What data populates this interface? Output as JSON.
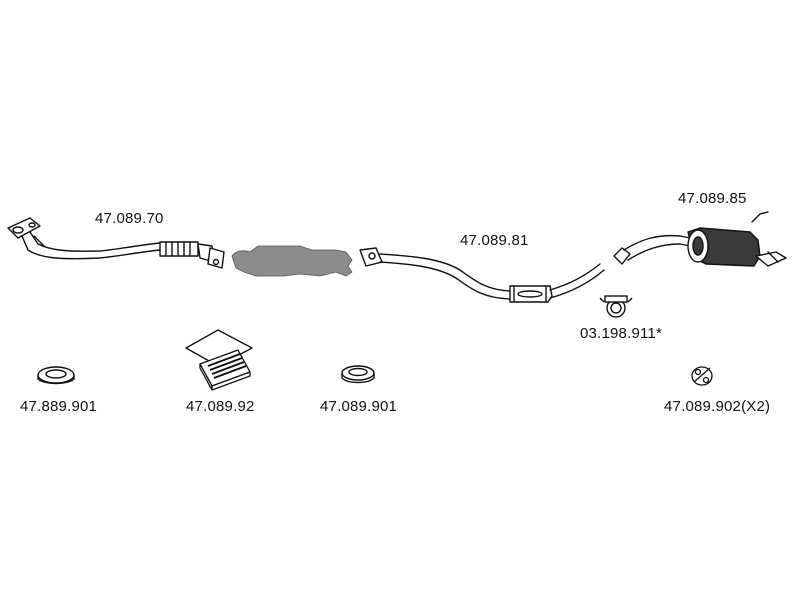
{
  "parts": {
    "front_pipe": {
      "part_no": "47.089.70",
      "icon": "front-exhaust-pipe"
    },
    "catalyst": {
      "icon": "catalytic-converter-silhouette"
    },
    "centre_pipe": {
      "part_no": "47.089.81",
      "icon": "centre-pipe-with-silencer"
    },
    "rear_silencer": {
      "part_no": "47.089.85",
      "icon": "rear-silencer"
    },
    "clamp": {
      "part_no": "03.198.911*",
      "icon": "pipe-clamp"
    },
    "gasket_1": {
      "part_no": "47.889.901",
      "icon": "exhaust-gasket-ring"
    },
    "fitting_kit": {
      "part_no": "47.089.92",
      "icon": "fitting-kit-box"
    },
    "gasket_2": {
      "part_no": "47.089.901",
      "icon": "exhaust-gasket-ring"
    },
    "rubber_mount": {
      "part_no": "47.089.902(X2)",
      "icon": "rubber-mount"
    }
  },
  "colors": {
    "line": "#111111",
    "catalyst_fill": "#8c8c8c",
    "silencer_dark": "#3a3a3a"
  }
}
